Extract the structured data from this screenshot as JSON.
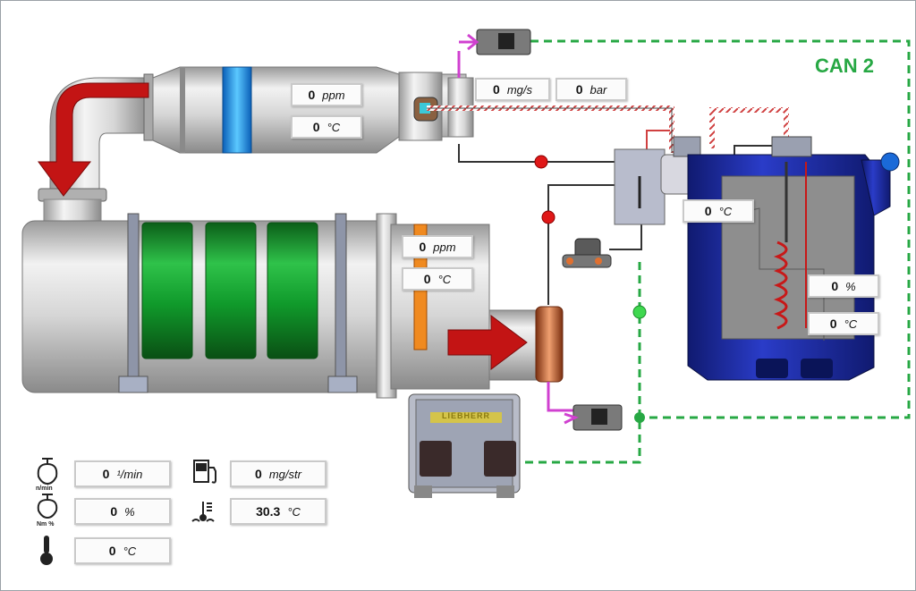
{
  "network": {
    "label": "CAN 2"
  },
  "colors": {
    "can_line": "#27a844",
    "flow_arrow": "#c31414",
    "tank_blue": "#1a2a9c",
    "catalyst_green": "#0f8f24"
  },
  "readouts": {
    "oxicat_nox": {
      "value": "0",
      "unit": "ppm"
    },
    "oxicat_temp": {
      "value": "0",
      "unit": "°C"
    },
    "dosing_flow": {
      "value": "0",
      "unit": "mg/s"
    },
    "dosing_pressure": {
      "value": "0",
      "unit": "bar"
    },
    "pump_temp": {
      "value": "0",
      "unit": "°C"
    },
    "scr_nox": {
      "value": "0",
      "unit": "ppm"
    },
    "scr_temp": {
      "value": "0",
      "unit": "°C"
    },
    "tank_level": {
      "value": "0",
      "unit": "%"
    },
    "tank_temp": {
      "value": "0",
      "unit": "°C"
    },
    "engine_speed": {
      "value": "0",
      "unit": "¹/min"
    },
    "engine_torque": {
      "value": "0",
      "unit": "%"
    },
    "ambient_temp": {
      "value": "0",
      "unit": "°C"
    },
    "fuel_injection": {
      "value": "0",
      "unit": "mg/str"
    },
    "coolant_temp": {
      "value": "30.3",
      "unit": "°C"
    }
  },
  "icon_labels": {
    "engine_speed": "n/min",
    "engine_torque": "Nm %"
  },
  "ecu": {
    "brand": "LIEBHERR"
  }
}
